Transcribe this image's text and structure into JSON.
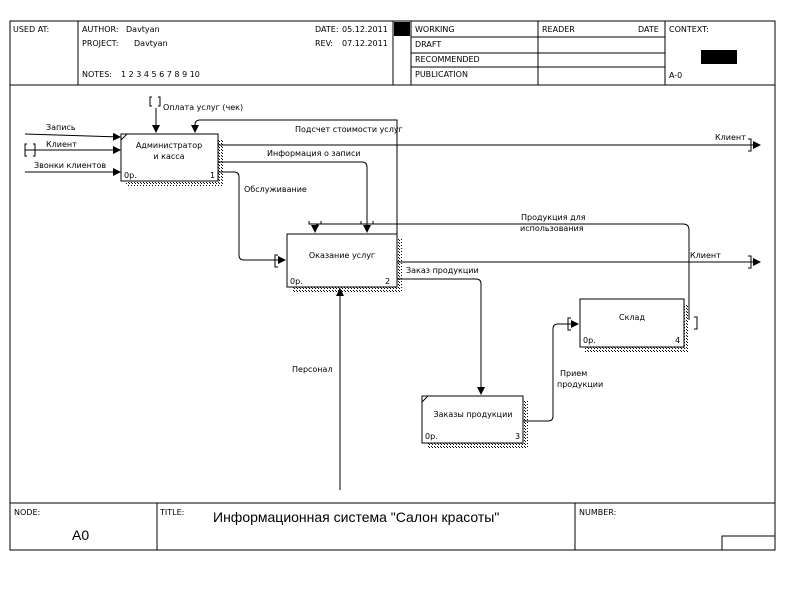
{
  "header": {
    "used_at_label": "USED AT:",
    "author_label": "AUTHOR:",
    "author": "Davtyan",
    "project_label": "PROJECT:",
    "project": "Davtyan",
    "date_label": "DATE:",
    "date": "05.12.2011",
    "rev_label": "REV:",
    "rev": "07.12.2011",
    "notes_label": "NOTES:",
    "notes": "1  2  3  4  5  6  7  8  9  10",
    "status_working": "WORKING",
    "status_draft": "DRAFT",
    "status_recommended": "RECOMMENDED",
    "status_publication": "PUBLICATION",
    "reader_label": "READER",
    "reader_date_label": "DATE",
    "context_label": "CONTEXT:",
    "context_node": "A-0"
  },
  "footer": {
    "node_label": "NODE:",
    "node": "A0",
    "title_label": "TITLE:",
    "title": "Информационная система \"Салон красоты\"",
    "number_label": "NUMBER:"
  },
  "boxes": [
    {
      "id": "b1",
      "label_l1": "Администратор",
      "label_l2": "и касса",
      "cost": "0р.",
      "num": "1"
    },
    {
      "id": "b2",
      "label_l1": "Оказание услуг",
      "cost": "0р.",
      "num": "2"
    },
    {
      "id": "b3",
      "label_l1": "Заказы продукции",
      "cost": "0р.",
      "num": "3"
    },
    {
      "id": "b4",
      "label_l1": "Склад",
      "cost": "0р.",
      "num": "4"
    }
  ],
  "arrows": {
    "zapis": "Запись",
    "klient_in": "Клиент",
    "zvonki": "Звонки клиентов",
    "oplata": "Оплата услуг (чек)",
    "podschet": "Подсчет стоимости услуг",
    "klient_out1": "Клиент",
    "info": "Информация о записи",
    "obsluzh": "Обслуживание",
    "produkciya_l1": "Продукция для",
    "produkciya_l2": "использования",
    "klient_out2": "Клиент",
    "zakaz": "Заказ продукции",
    "personal": "Персонал",
    "priem_l1": "Прием",
    "priem_l2": "продукции"
  }
}
